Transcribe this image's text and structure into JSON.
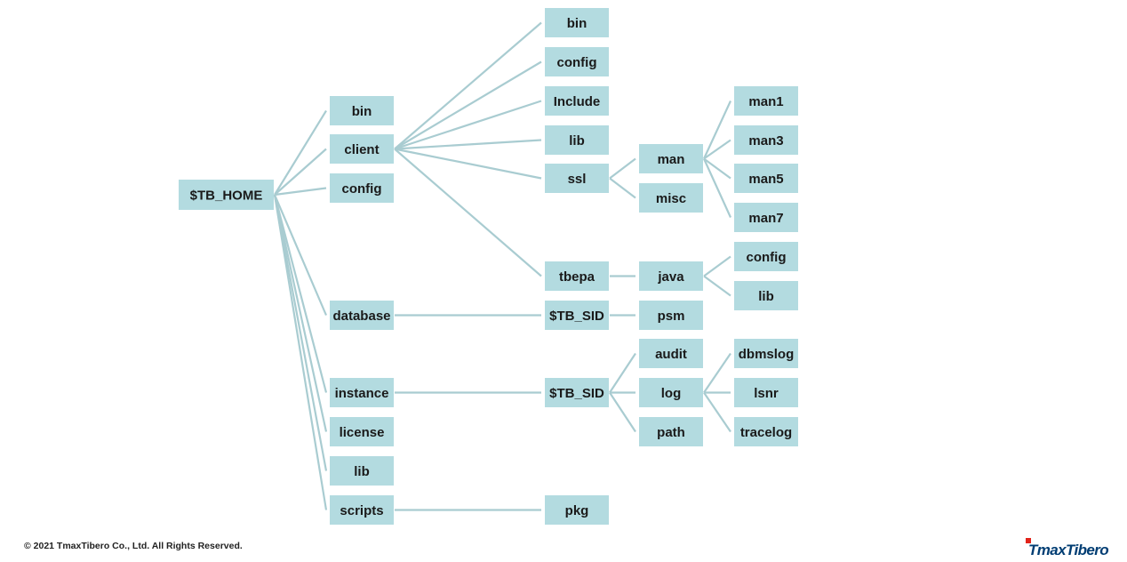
{
  "diagram": {
    "colors": {
      "node_fill": "#b3dbe0",
      "connector": "#a9ccd1",
      "text": "#1a1a1a"
    },
    "nodes": {
      "root": "$TB_HOME",
      "bin": "bin",
      "client": "client",
      "config": "config",
      "database": "database",
      "instance": "instance",
      "license": "license",
      "lib": "lib",
      "scripts": "scripts",
      "client_bin": "bin",
      "client_config": "config",
      "client_include": "Include",
      "client_lib": "lib",
      "client_ssl": "ssl",
      "client_tbepa": "tbepa",
      "database_tb_sid": "$TB_SID",
      "instance_tb_sid": "$TB_SID",
      "scripts_pkg": "pkg",
      "ssl_man": "man",
      "ssl_misc": "misc",
      "tbepa_java": "java",
      "db_psm": "psm",
      "inst_audit": "audit",
      "inst_log": "log",
      "inst_path": "path",
      "man1": "man1",
      "man3": "man3",
      "man5": "man5",
      "man7": "man7",
      "java_config": "config",
      "java_lib": "lib",
      "log_dbmslog": "dbmslog",
      "log_lsnr": "lsnr",
      "log_tracelog": "tracelog"
    }
  },
  "footer": {
    "copyright": "© 2021 TmaxTibero Co., Ltd. All Rights Reserved.",
    "brand": "TmaxTibero"
  }
}
